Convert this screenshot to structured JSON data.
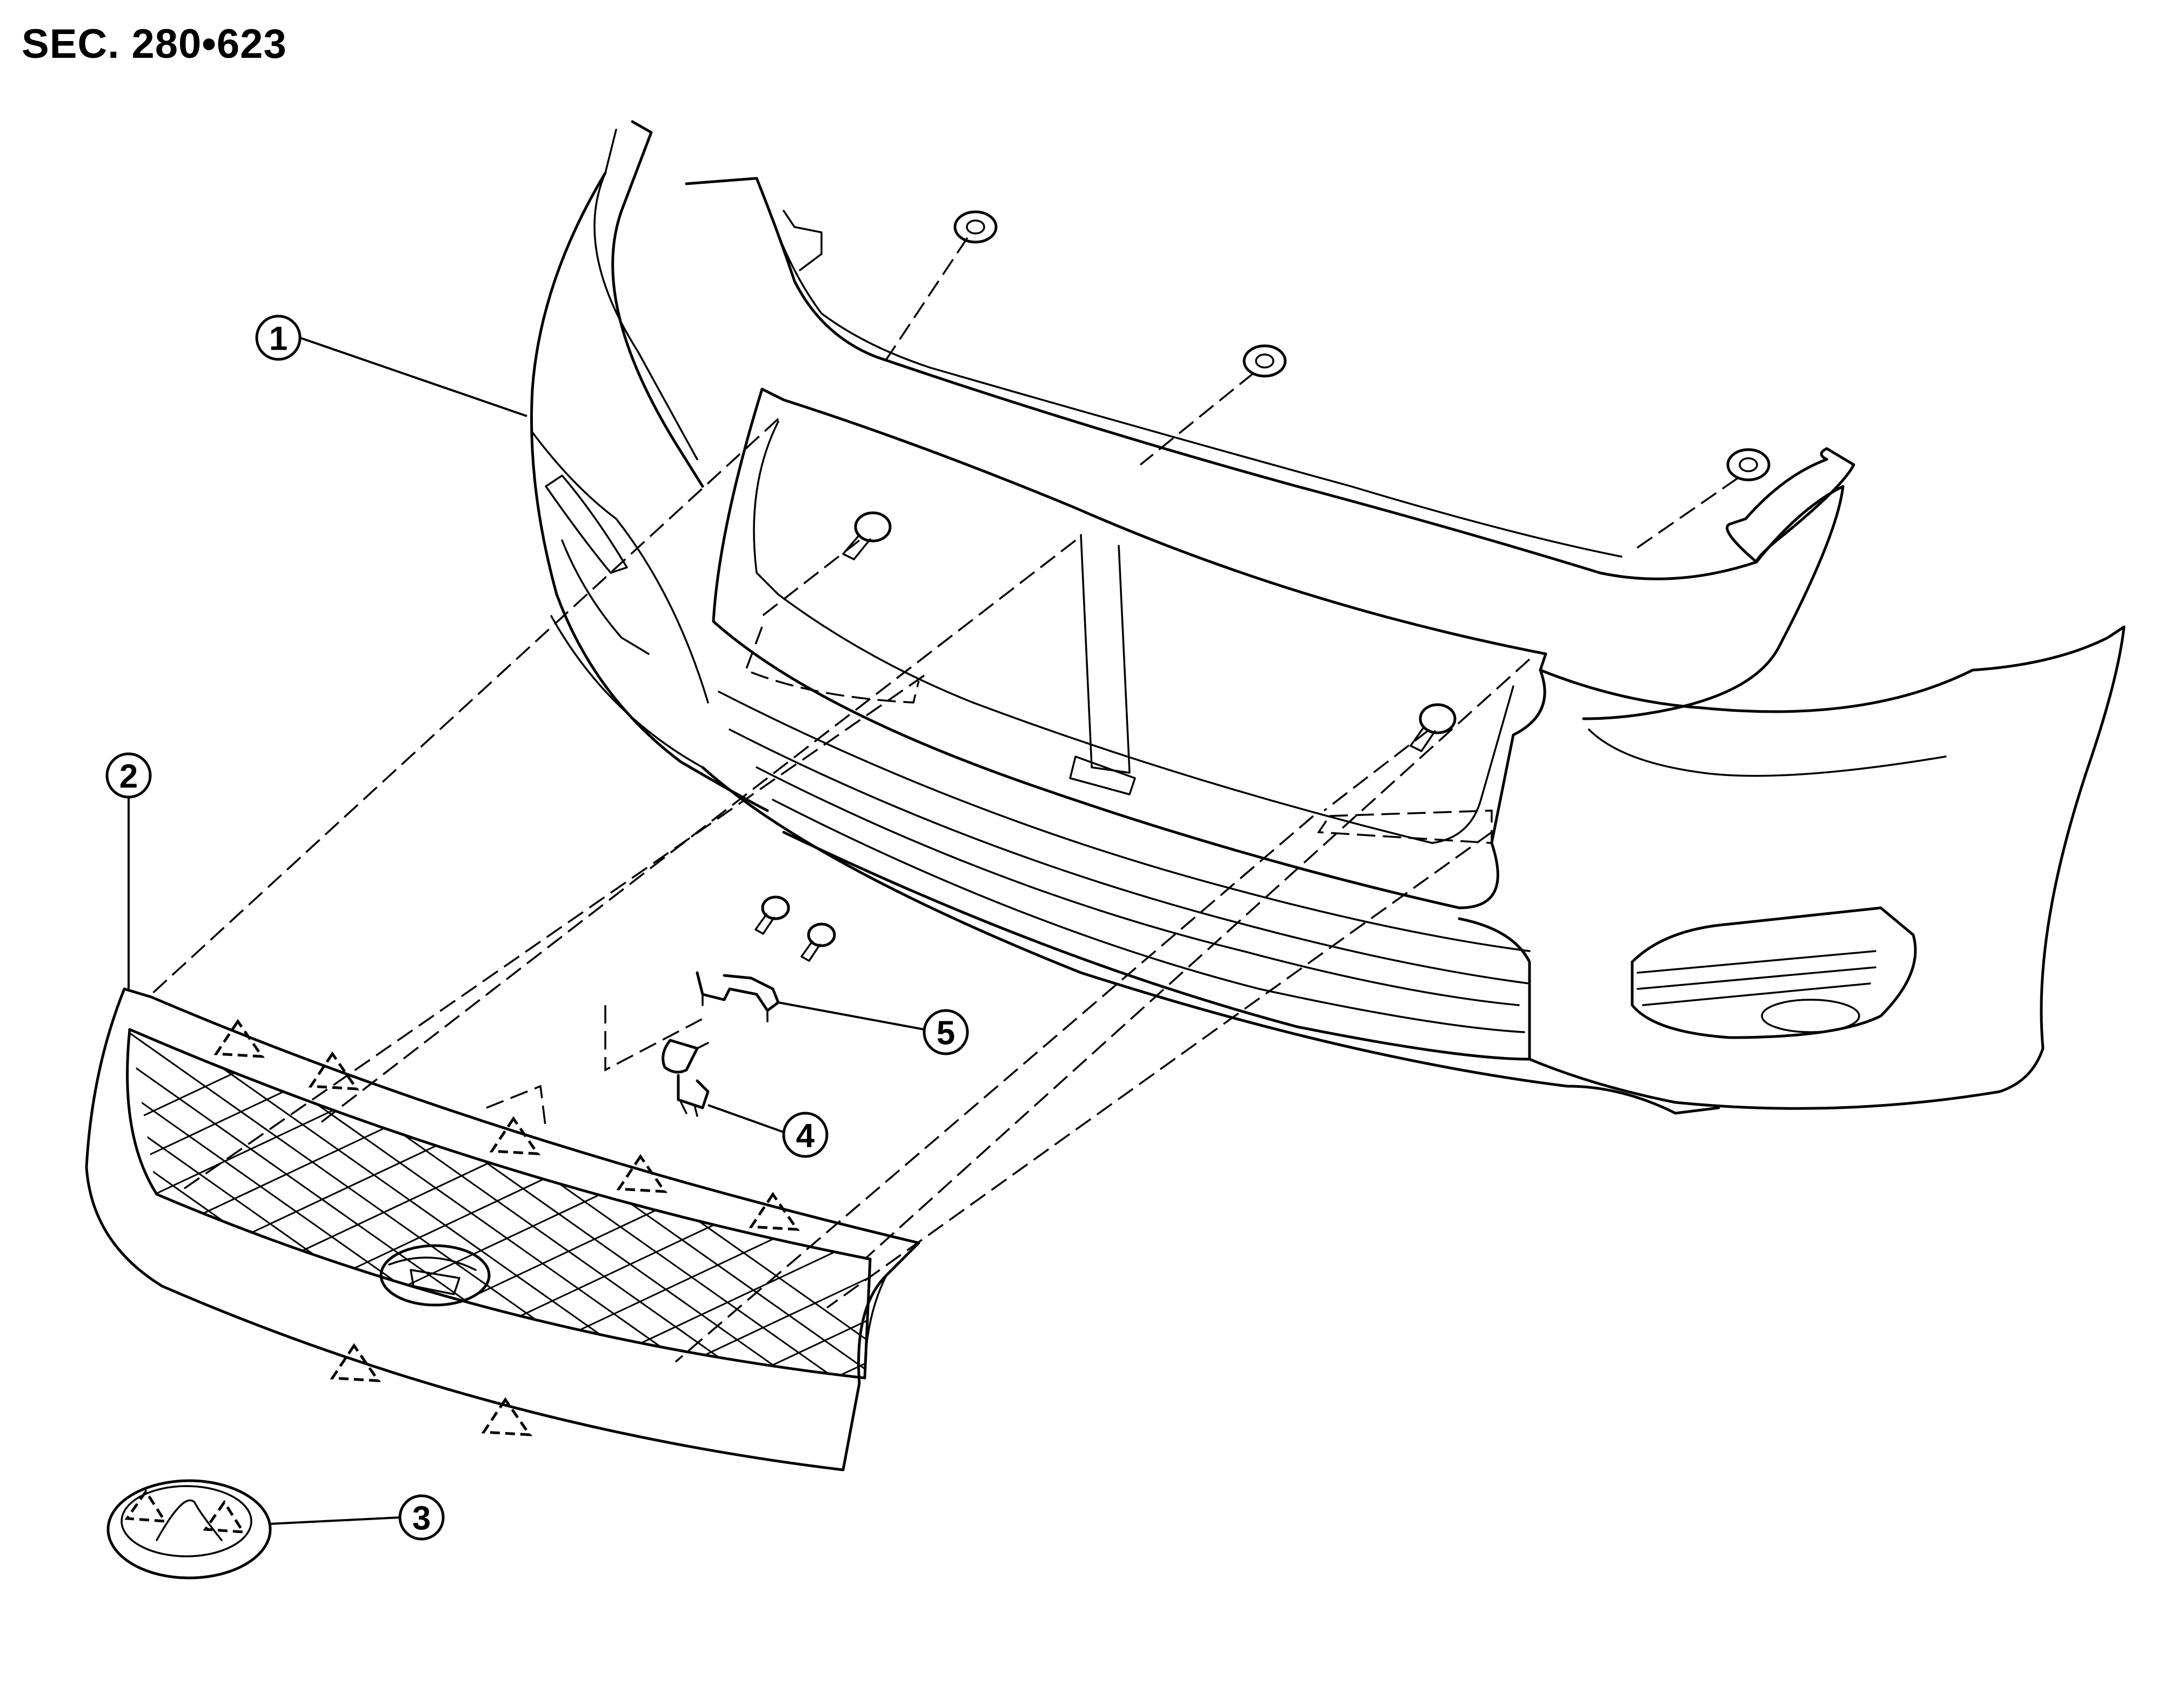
{
  "section_label": "SEC. 280•623",
  "callouts": [
    {
      "id": "callout-1",
      "label": "1"
    },
    {
      "id": "callout-2",
      "label": "2"
    },
    {
      "id": "callout-3",
      "label": "3"
    },
    {
      "id": "callout-4",
      "label": "4"
    },
    {
      "id": "callout-5",
      "label": "5"
    }
  ],
  "icons": {
    "clip_symbol": "dashed-triangle-clip-icon",
    "nut": "push-nut-icon",
    "bolt": "bolt-icon"
  },
  "colors": {
    "line": "#000000",
    "background": "#ffffff"
  }
}
